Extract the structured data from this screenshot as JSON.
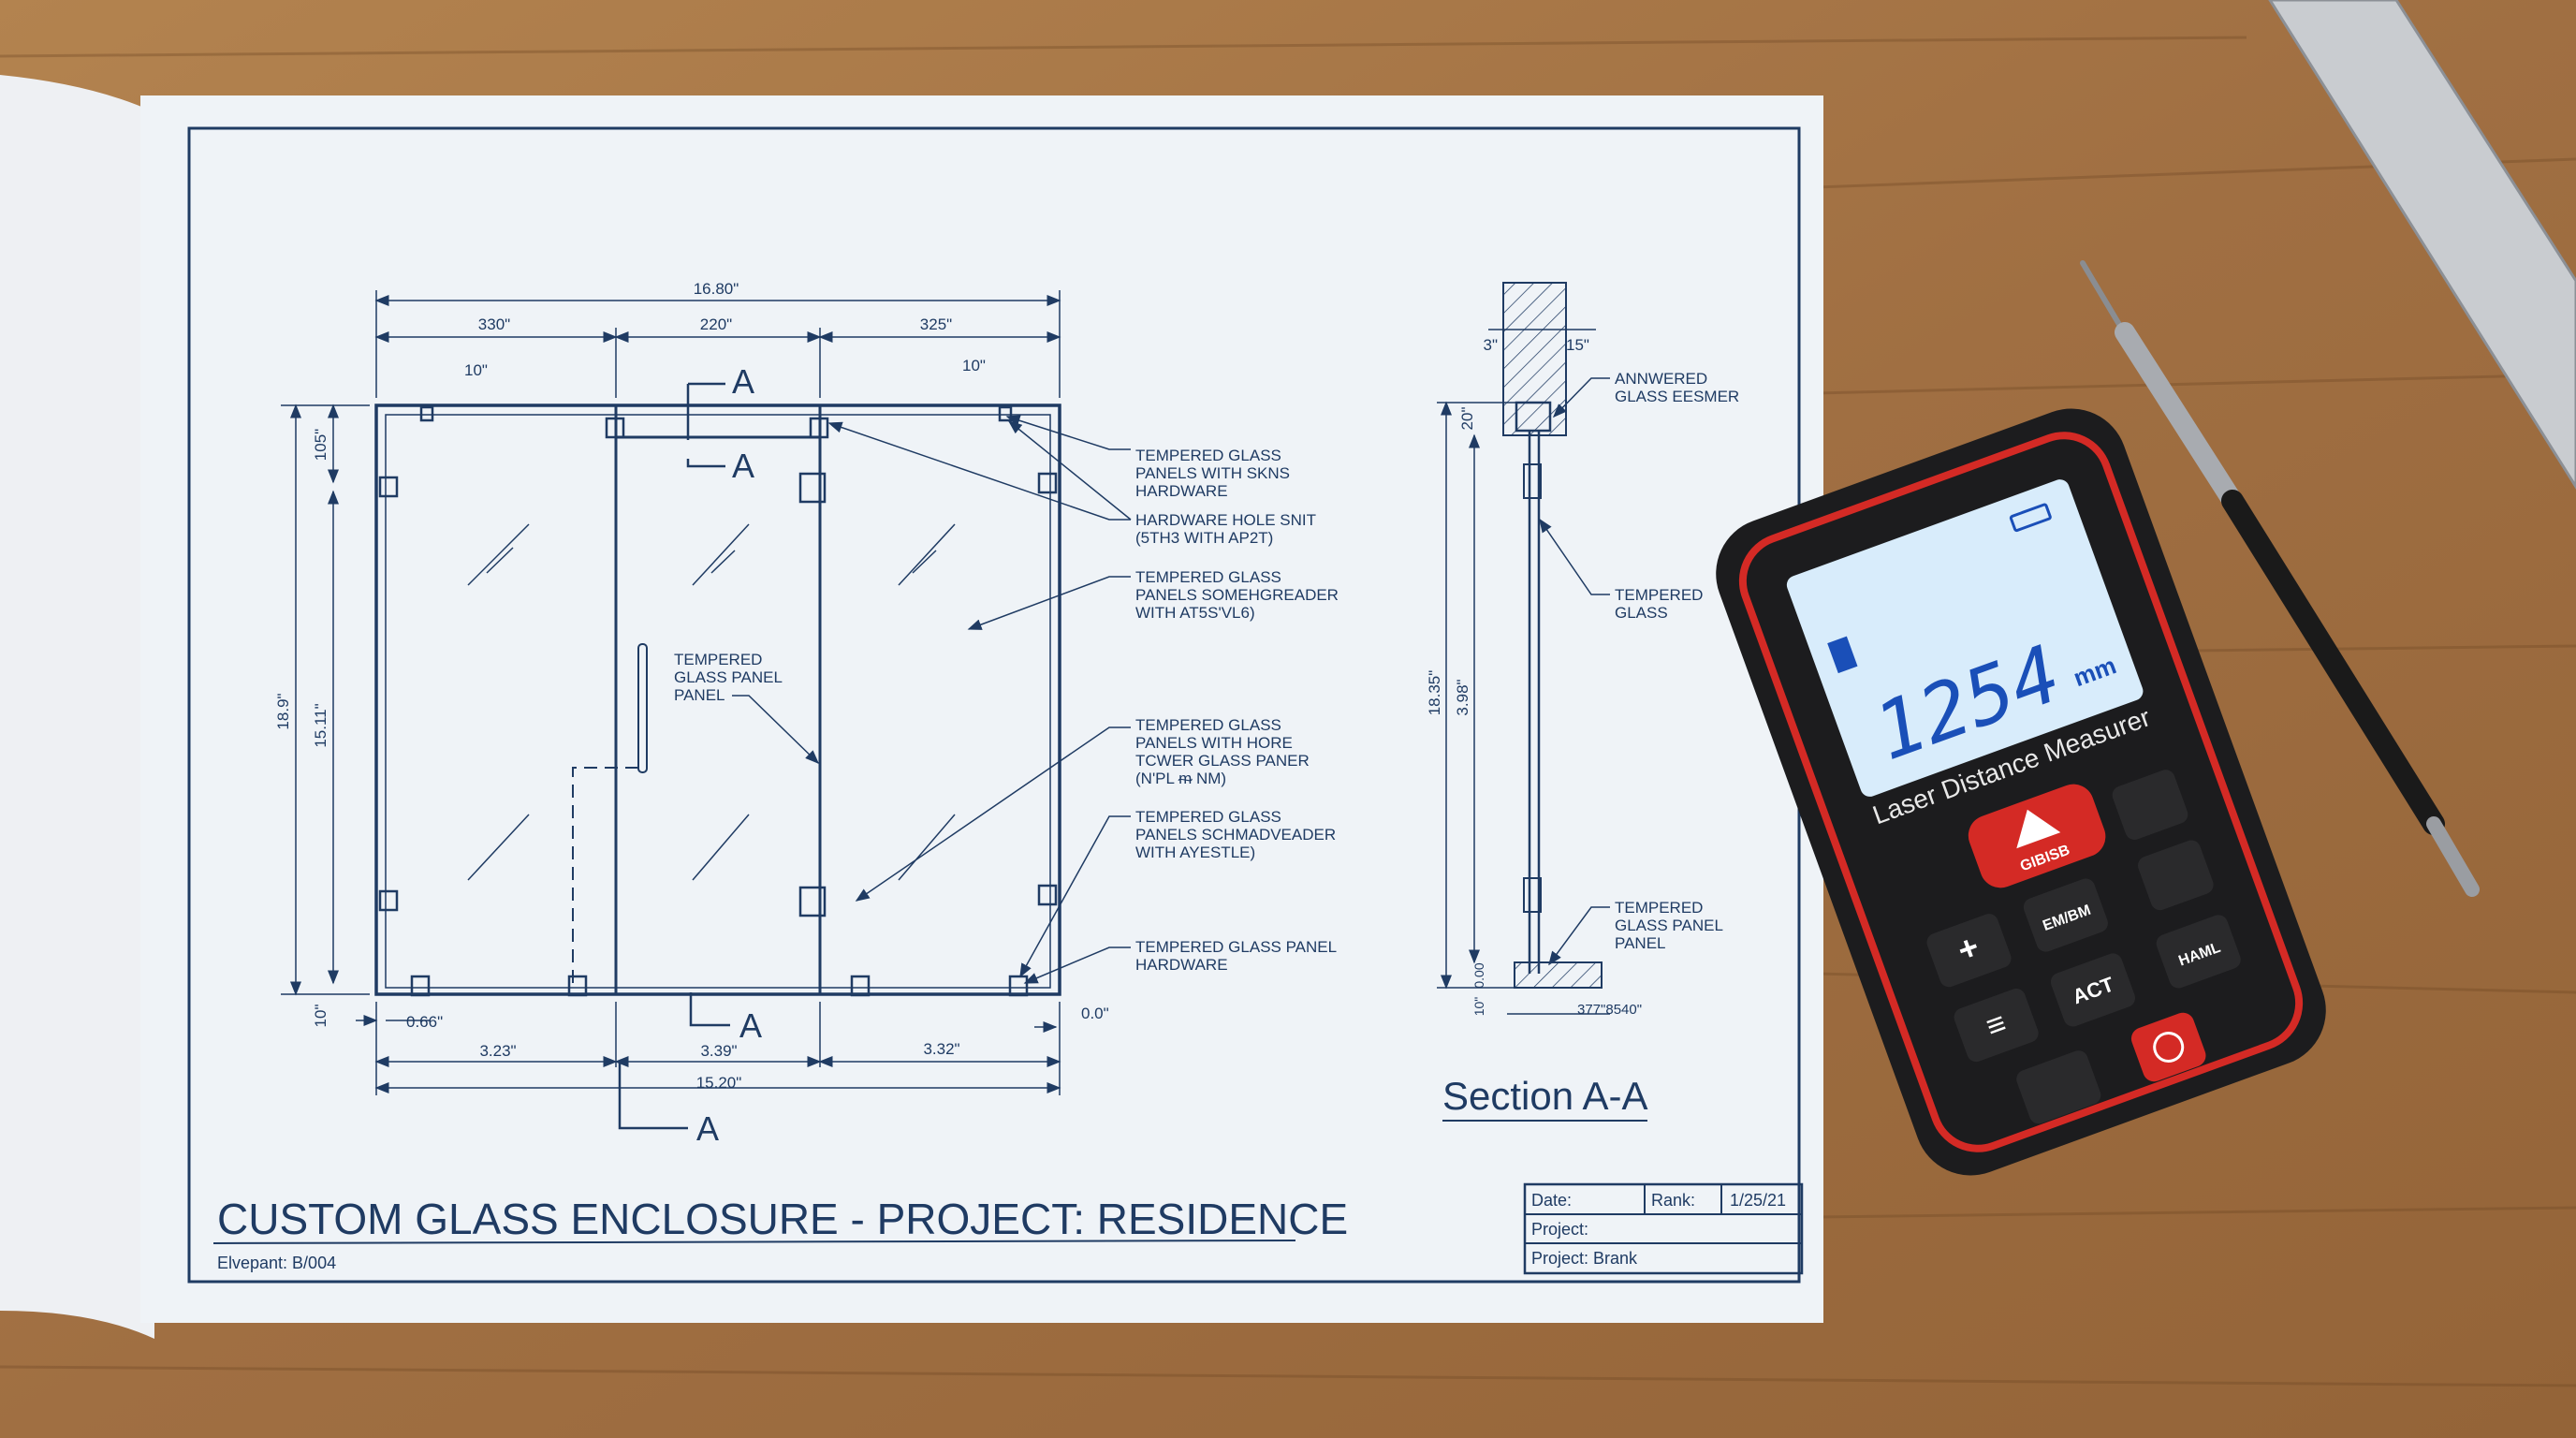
{
  "drawing": {
    "title": "CUSTOM GLASS ENCLOSURE - PROJECT: RESIDENCE",
    "subtitle": "Elvepant: B/004",
    "section_title": "Section A-A",
    "section_marker": "A",
    "elevation_dims": {
      "overall_top": "16.80\"",
      "top_left": "330\"",
      "top_mid": "220\"",
      "top_right": "325\"",
      "offset_left": "10\"",
      "offset_right": "10\"",
      "height_total": "18.9\"",
      "height_inner": "15.11\"",
      "height_top": "105\"",
      "height_bottom": "10\"",
      "bottom_offset_left": "0.66\"",
      "bottom_offset_right": "0.0\"",
      "bottom_left": "3.23\"",
      "bottom_mid": "3.39\"",
      "bottom_right": "3.32\"",
      "overall_bottom": "15.20\""
    },
    "elevation_notes": [
      [
        "TEMPERED GLASS",
        "PANELS WITH SKNS",
        "HARDWARE"
      ],
      [
        "HARDWARE HOLE SNIT",
        "(5TH3 WITH AP2T)"
      ],
      [
        "TEMPERED GLASS",
        "PANELS SOMEHGREADER",
        "WITH AT5S'VL6)"
      ],
      [
        "TEMPERED GLASS",
        "PANELS WITH HORE",
        "TCWER GLASS PANER",
        "(N'PL ᵯ NM)"
      ],
      [
        "TEMPERED GLASS",
        "PANELS SCHMADVEADER",
        "WITH AYESTLE)"
      ],
      [
        "TEMPERED GLASS PANEL",
        "HARDWARE"
      ]
    ],
    "door_note": [
      "TEMPERED",
      "GLASS PANEL",
      "PANEL"
    ],
    "section_dims": {
      "left": "3\"",
      "right": "15\"",
      "top": "20\"",
      "total": "18.35\"",
      "inner": "3.98\"",
      "bottom": "0.00",
      "base": "10\"",
      "width": "377\"8540\""
    },
    "section_notes": [
      [
        "ANNWERED",
        "GLASS EESMER"
      ],
      [
        "TEMPERED",
        "GLASS"
      ],
      [
        "TEMPERED",
        "GLASS PANEL",
        "PANEL"
      ]
    ],
    "title_block": {
      "date_label": "Date:",
      "rank_label": "Rank:",
      "date_value": "1/25/21",
      "project_label": "Project:",
      "project_value": "Project: Brank"
    }
  },
  "device": {
    "reading": "1254",
    "unit": "mm",
    "label": "Laser Distance Measurer",
    "logo": "GIBISB",
    "keys": {
      "plus": "+",
      "mode": "EM/BM",
      "menu": "≡",
      "act": "ACT",
      "haml": "HAML"
    },
    "battery_icon": "battery-icon",
    "colors": {
      "body": "#1c1c1e",
      "accent": "#d42a25",
      "screen": "#d8ecfb",
      "digits": "#1a4fb8"
    }
  }
}
